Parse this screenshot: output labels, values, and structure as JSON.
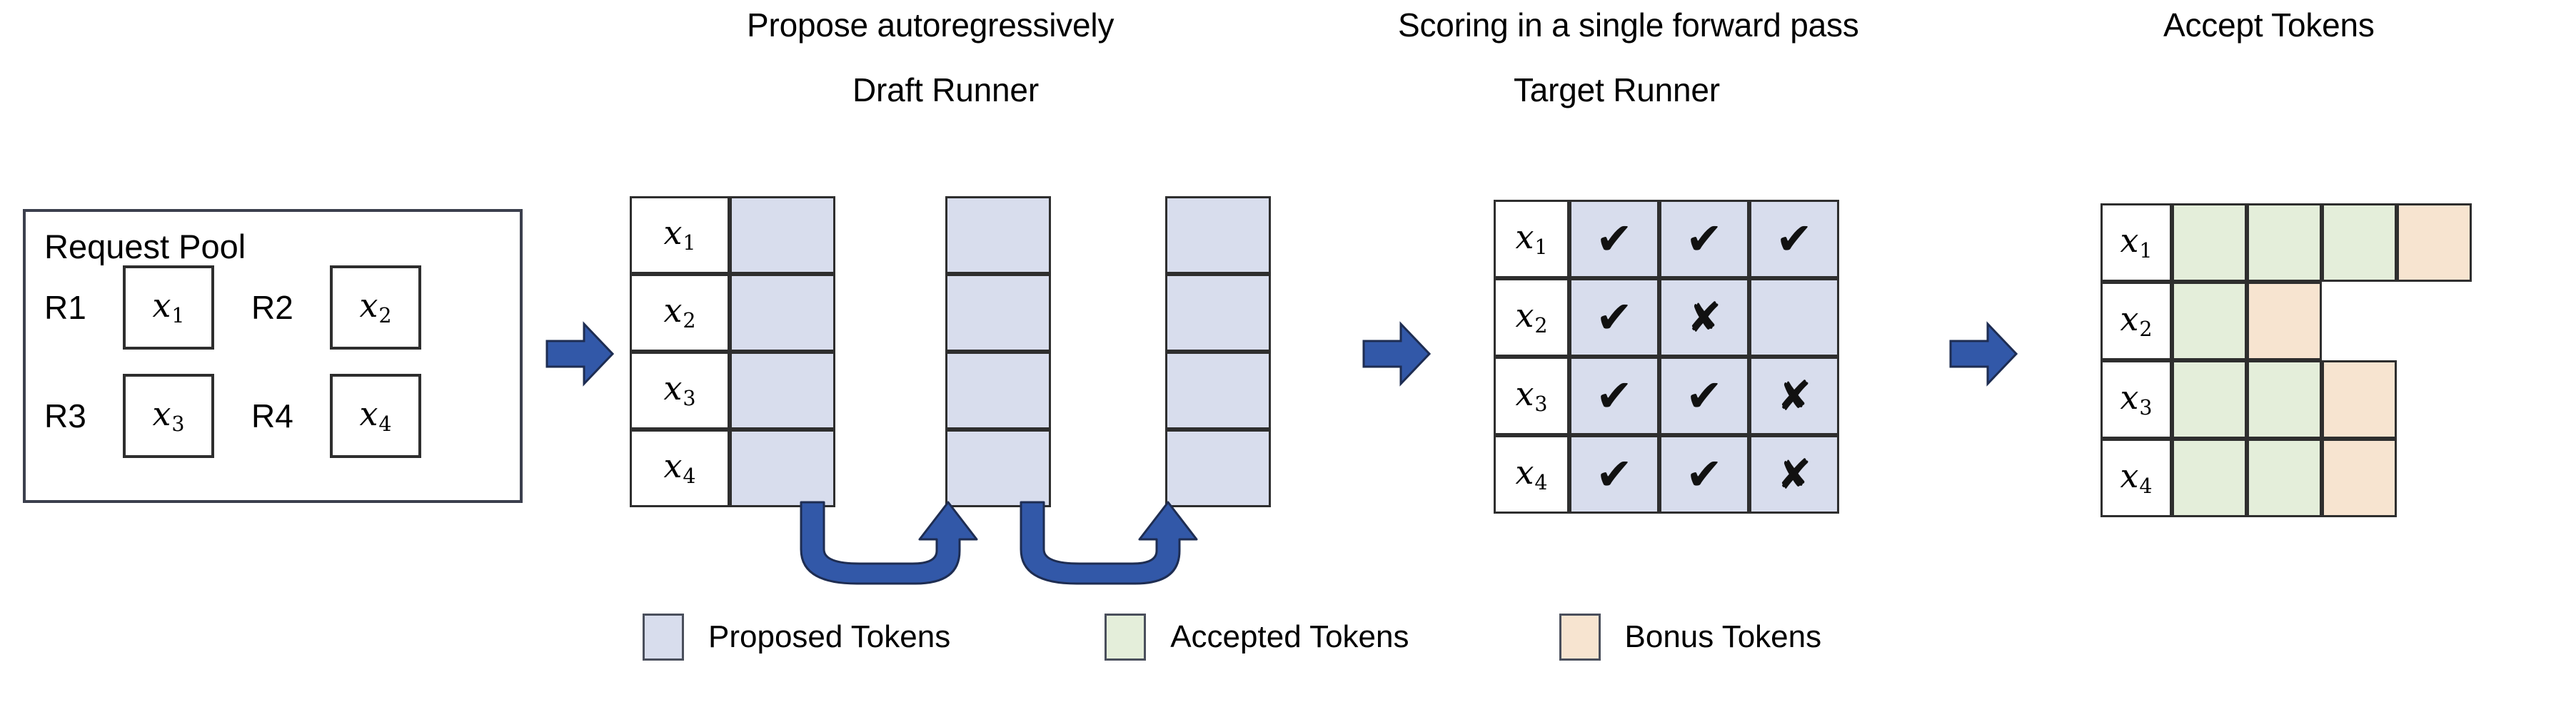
{
  "headings": {
    "propose": "Propose autoregressively",
    "draft_runner": "Draft Runner",
    "scoring": "Scoring in a single forward pass",
    "target_runner": "Target Runner",
    "accept_tokens": "Accept Tokens"
  },
  "request_pool": {
    "title": "Request Pool",
    "requests": [
      {
        "label": "R1",
        "token": "x",
        "sub": "1"
      },
      {
        "label": "R2",
        "token": "x",
        "sub": "2"
      },
      {
        "label": "R3",
        "token": "x",
        "sub": "3"
      },
      {
        "label": "R4",
        "token": "x",
        "sub": "4"
      }
    ]
  },
  "row_labels": [
    {
      "token": "x",
      "sub": "1"
    },
    {
      "token": "x",
      "sub": "2"
    },
    {
      "token": "x",
      "sub": "3"
    },
    {
      "token": "x",
      "sub": "4"
    }
  ],
  "draft_runner": {
    "steps": 3,
    "rows": 4,
    "cell_state": "proposed"
  },
  "target_runner": {
    "columns": 3,
    "marks": [
      [
        "check",
        "check",
        "check"
      ],
      [
        "check",
        "cross",
        ""
      ],
      [
        "check",
        "check",
        "cross"
      ],
      [
        "check",
        "check",
        "cross"
      ]
    ],
    "glyphs": {
      "check": "✔",
      "cross": "✘"
    }
  },
  "accept_tokens": {
    "rows": [
      [
        "accepted",
        "accepted",
        "accepted",
        "bonus"
      ],
      [
        "accepted",
        "bonus",
        "",
        ""
      ],
      [
        "accepted",
        "accepted",
        "bonus",
        ""
      ],
      [
        "accepted",
        "accepted",
        "bonus",
        ""
      ]
    ]
  },
  "legend": [
    {
      "name": "proposed",
      "label": "Proposed Tokens",
      "color": "#d8dded"
    },
    {
      "name": "accepted",
      "label": "Accepted Tokens",
      "color": "#e4eeda"
    },
    {
      "name": "bonus",
      "label": "Bonus Tokens",
      "color": "#f7e4d0"
    }
  ],
  "colors": {
    "proposed": "#d8dded",
    "accepted": "#e4eeda",
    "bonus": "#f7e4d0",
    "arrow_blue": "#3258a8",
    "arrow_blue_dark": "#27407c",
    "border": "#2e2e2e",
    "background": "#ffffff"
  },
  "arrows": {
    "stage_arrow_icon": "right-block-arrow",
    "feedback_arrow_icon": "u-turn-arrow",
    "count_stage": 3,
    "count_feedback": 2
  }
}
